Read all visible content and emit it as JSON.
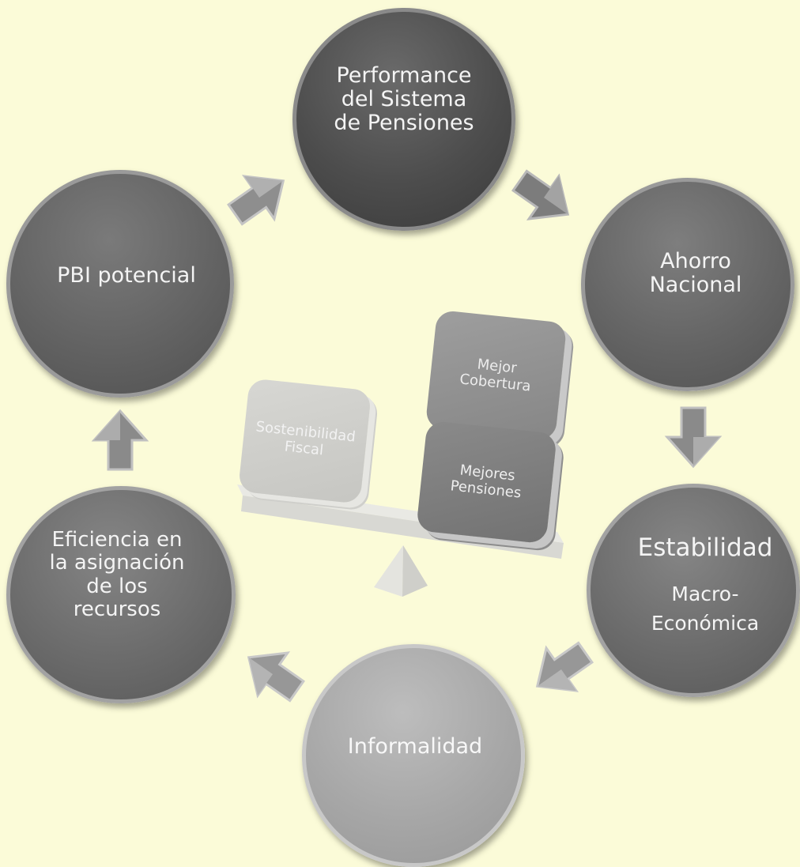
{
  "nodes": {
    "performance": "Performance\ndel Sistema\nde Pensiones",
    "ahorro": "Ahorro\nNacional",
    "pbi": "PBI potencial",
    "estabilidad_title": "Estabilidad",
    "estabilidad_sub": "Macro-\nEconómica",
    "eficiencia": "Eficiencia en\nla asignación\nde los\nrecursos",
    "informalidad": "Informalidad"
  },
  "balance": {
    "left_box": "Sostenibilidad\nFiscal",
    "right_top_box": "Mejor\nCobertura",
    "right_bottom_box": "Mejores\nPensiones"
  },
  "colors": {
    "background": "#fbfbd8",
    "dark_node": "#4d4d4d",
    "mid_node": "#6c6c6c",
    "light_node": "#a7a7a7",
    "arrow": "#8a8a8a"
  }
}
